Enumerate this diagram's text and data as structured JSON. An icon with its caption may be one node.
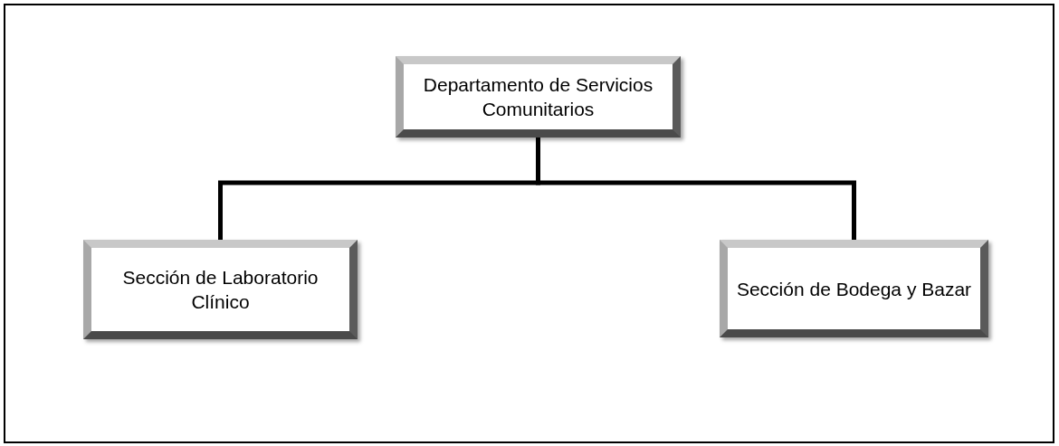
{
  "diagram": {
    "nodes": [
      {
        "text": [
          "Departamento de Servicios Comunitarios"
        ]
      },
      {
        "text": [
          "Sección de Laboratorio Clínico"
        ]
      },
      {
        "text": [
          "Sección de Bodega y Bazar"
        ]
      }
    ],
    "edges": [
      {
        "from": 0,
        "to": 1,
        "arrow": "none"
      },
      {
        "from": 0,
        "to": 2,
        "arrow": "none"
      }
    ]
  }
}
